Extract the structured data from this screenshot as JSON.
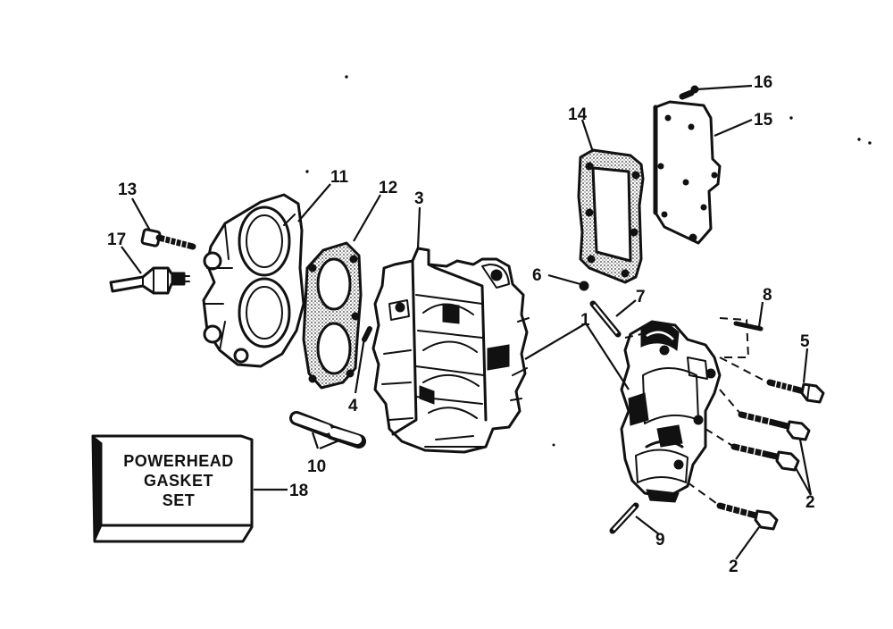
{
  "callouts": {
    "c1": "1",
    "c2a": "2",
    "c2b": "2",
    "c3": "3",
    "c4": "4",
    "c5": "5",
    "c6": "6",
    "c7": "7",
    "c8": "8",
    "c9": "9",
    "c10": "10",
    "c11": "11",
    "c12": "12",
    "c13": "13",
    "c14": "14",
    "c15": "15",
    "c16": "16",
    "c17": "17",
    "c18": "18"
  },
  "gasket_box": {
    "line1": "POWERHEAD",
    "line2": "GASKET",
    "line3": "SET"
  },
  "colors": {
    "ink": "#111111",
    "paper": "#ffffff",
    "stipple": "#7a7a7a"
  }
}
